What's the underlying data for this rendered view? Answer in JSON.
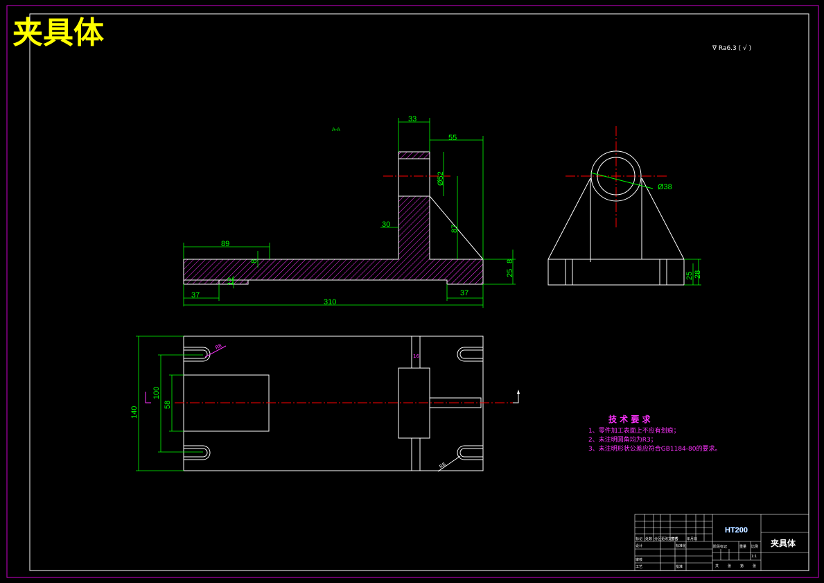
{
  "drawing": {
    "title": "夹具体",
    "roughness_note": "∇ Ra6.3 ( √ )",
    "section_label": "A-A",
    "colors": {
      "outline": "#ffffff",
      "dimension": "#00ff00",
      "centerline": "#ff0000",
      "hatch": "#ff33ff",
      "text_note": "#ff33ff",
      "title_text": "#ffff00",
      "frame": "#cc00cc"
    }
  },
  "dimensions": {
    "front_view": [
      "33",
      "55",
      "Ø52",
      "30",
      "87",
      "89",
      "8",
      "12",
      "37",
      "310",
      "37",
      "8",
      "25"
    ],
    "side_view": [
      "Ø38",
      "25",
      "28"
    ],
    "plan_view": [
      "140",
      "100",
      "58",
      "R8",
      "R8",
      "16"
    ]
  },
  "tech_requirements": {
    "heading": "技 术 要 求",
    "items": [
      "1、零件加工表面上不应有划痕；",
      "2、未注明圆角均为R3；",
      "3、未注明形状公差应符合GB1184-80的要求。"
    ]
  },
  "title_block": {
    "material": "HT200",
    "part_name": "夹具体",
    "labels": [
      "标记",
      "处数",
      "分区",
      "更改文件号",
      "签名",
      "年月日",
      "设计",
      "标准化",
      "审核",
      "工艺",
      "批准",
      "阶段标记",
      "重量",
      "比例",
      "共",
      "张",
      "第",
      "张",
      "1:1"
    ]
  }
}
